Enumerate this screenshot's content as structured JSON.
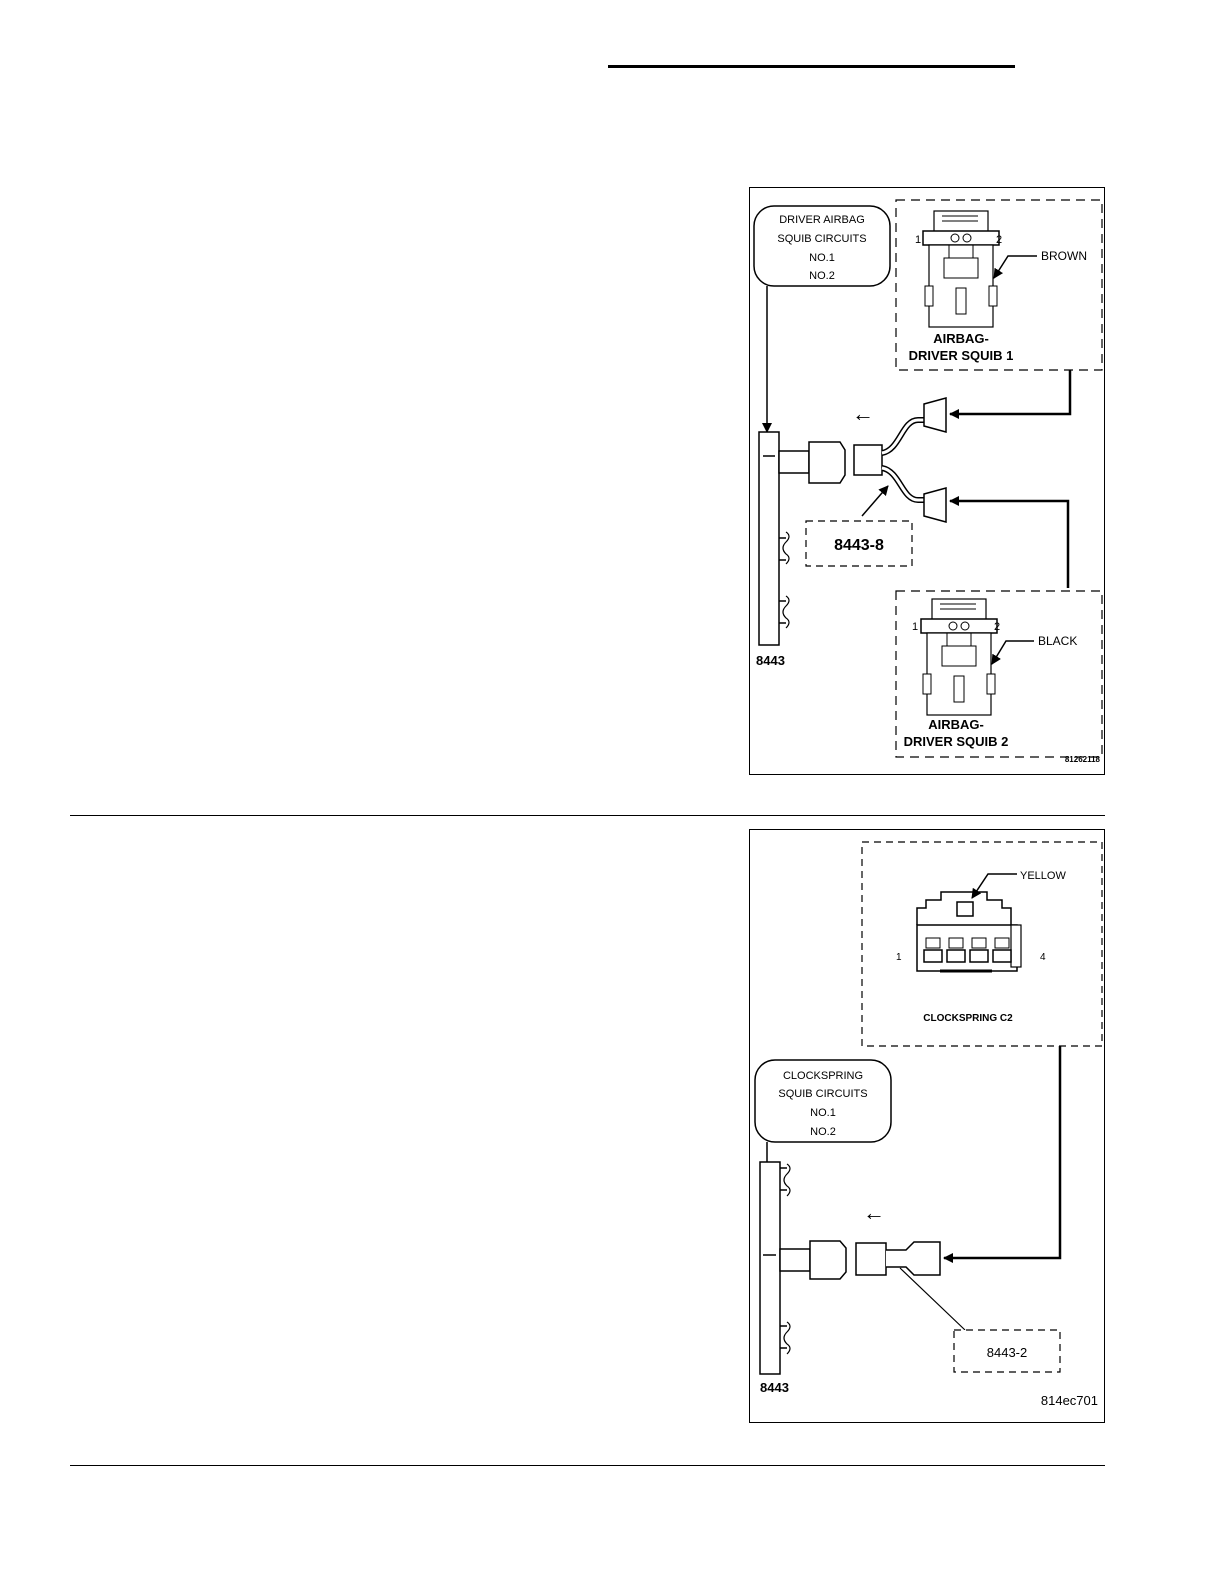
{
  "figure1": {
    "callout_lines": [
      "DRIVER AIRBAG",
      "SQUIB CIRCUITS",
      "NO.1",
      "NO.2"
    ],
    "connector1": {
      "pin_left": "1",
      "pin_right": "2",
      "color": "BROWN",
      "title_lines": [
        "AIRBAG-",
        "DRIVER SQUIB 1"
      ]
    },
    "connector2": {
      "pin_left": "1",
      "pin_right": "2",
      "color": "BLACK",
      "title_lines": [
        "AIRBAG-",
        "DRIVER SQUIB 2"
      ]
    },
    "adapter_label": "8443-8",
    "tool_label": "8443",
    "figure_id": "81262118"
  },
  "figure2": {
    "callout_lines": [
      "CLOCKSPRING",
      "SQUIB CIRCUITS",
      "NO.1",
      "NO.2"
    ],
    "connector": {
      "pin_left": "1",
      "pin_right": "4",
      "color": "YELLOW",
      "title": "CLOCKSPRING C2"
    },
    "adapter_label": "8443-2",
    "tool_label": "8443",
    "figure_id": "814ec701"
  }
}
